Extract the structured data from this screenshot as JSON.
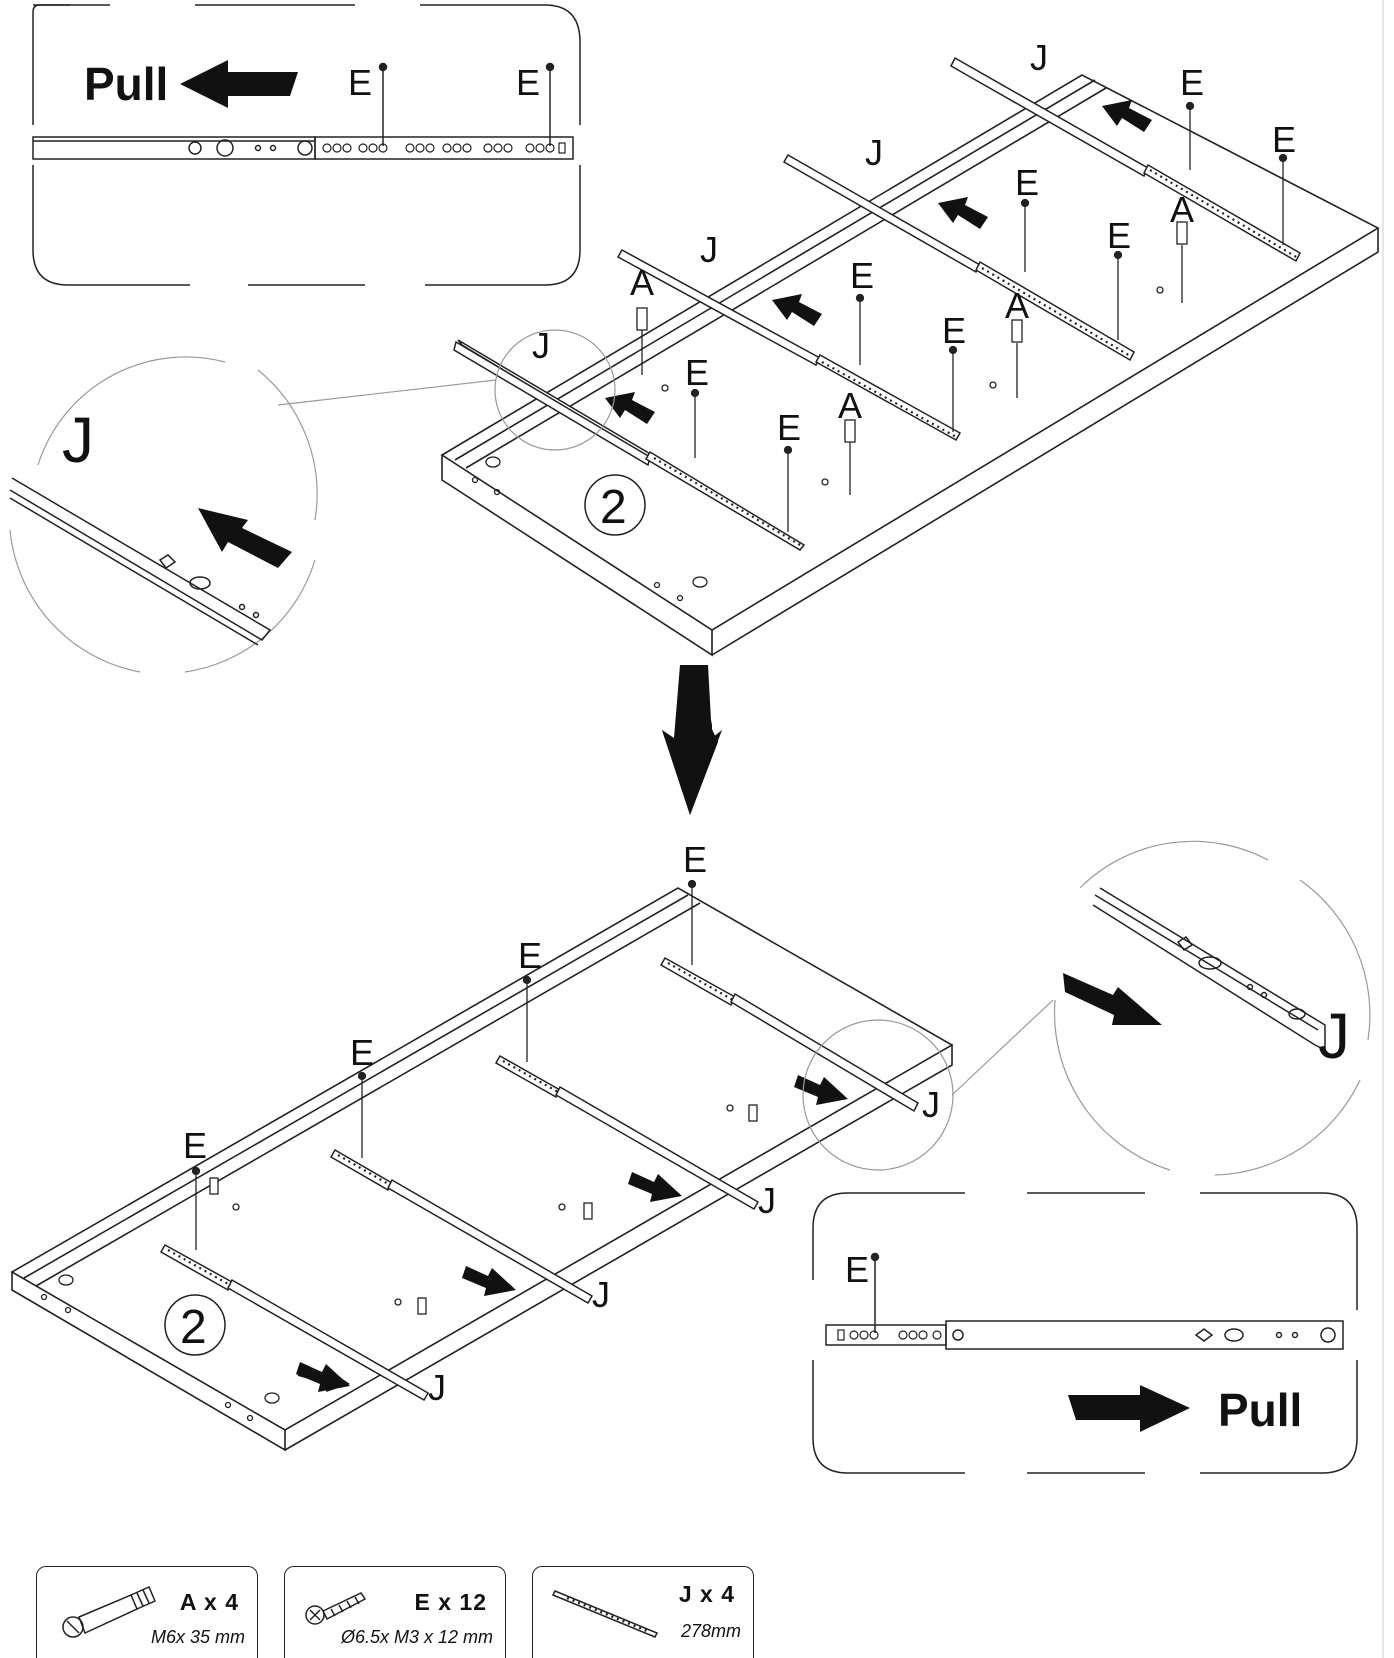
{
  "labels": {
    "pull": "Pull",
    "screw": "E",
    "rail": "J",
    "dowel": "A",
    "step": "2"
  },
  "hardware": [
    {
      "qty": "A x 4",
      "spec": "M6x 35 mm",
      "icon": "cam-dowel-icon"
    },
    {
      "qty": "E x 12",
      "spec": "Ø6.5x M3 x 12 mm",
      "icon": "screw-icon"
    },
    {
      "qty": "J x 4",
      "spec": "278mm",
      "icon": "drawer-rail-icon"
    }
  ],
  "colors": {
    "ink": "#111111",
    "callout": "#8a8a8a",
    "background": "#ffffff"
  }
}
